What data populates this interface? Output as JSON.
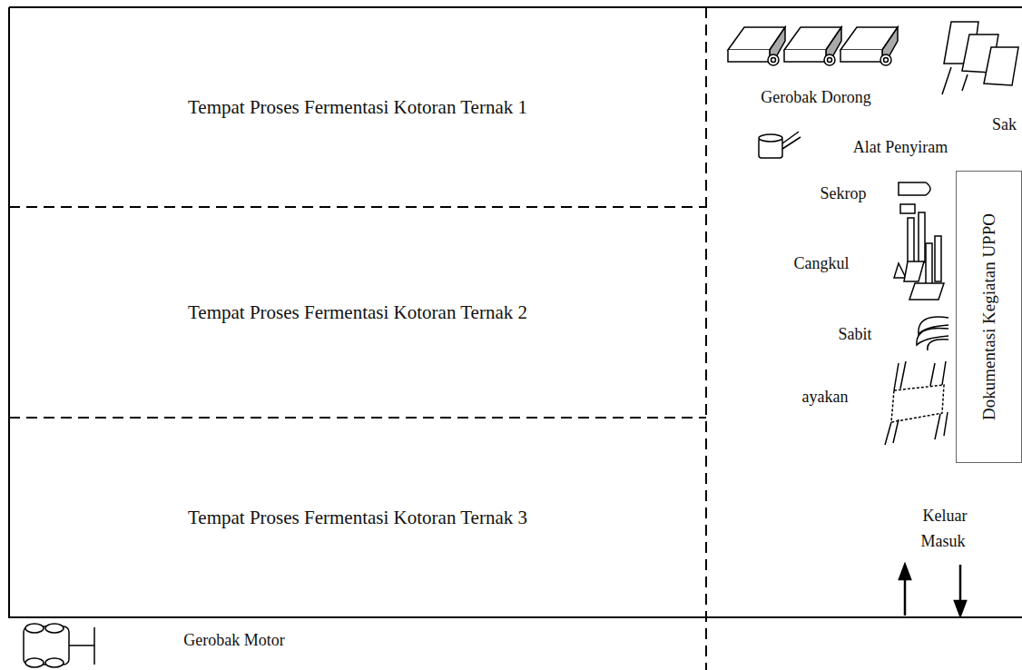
{
  "diagram": {
    "nodes": [
      {
        "text": [
          "Tempat Proses Fermentasi Kotoran Ternak 1"
        ]
      },
      {
        "text": [
          "Tempat Proses Fermentasi Kotoran Ternak 2"
        ]
      },
      {
        "text": [
          "Tempat Proses Fermentasi Kotoran Ternak 3"
        ]
      },
      {
        "text": [
          "Dokumentasi Kegiatan UPPO"
        ]
      }
    ],
    "labels": [
      "Gerobak Dorong",
      "Sak",
      "Alat Penyiram",
      "Sekrop",
      "Cangkul",
      "Sabit",
      "ayakan",
      "Keluar",
      "Masuk",
      "Gerobak Motor"
    ]
  }
}
